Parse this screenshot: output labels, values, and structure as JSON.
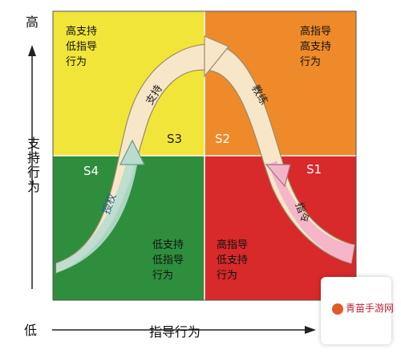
{
  "axes": {
    "y_high": "高",
    "y_label": "支持行为",
    "y_low": "低",
    "x_label": "指导行为"
  },
  "quadrants": {
    "s1": {
      "stage": "S1",
      "lines": "高指导\n低支持\n行为",
      "color": "#d8292b"
    },
    "s2": {
      "stage": "S2",
      "lines": "高指导\n高支持\n行为",
      "color": "#ef8a2a"
    },
    "s3": {
      "stage": "S3",
      "lines": "高支持\n低指导\n行为",
      "color": "#f1e53a"
    },
    "s4": {
      "stage": "S4",
      "lines": "低支持\n低指导\n行为",
      "color": "#2e8e3d"
    }
  },
  "arrow_labels": {
    "authorize": "授权",
    "support": "支持",
    "coach": "教练",
    "direct": "指令"
  },
  "watermark": {
    "text": "青苗手游网"
  }
}
